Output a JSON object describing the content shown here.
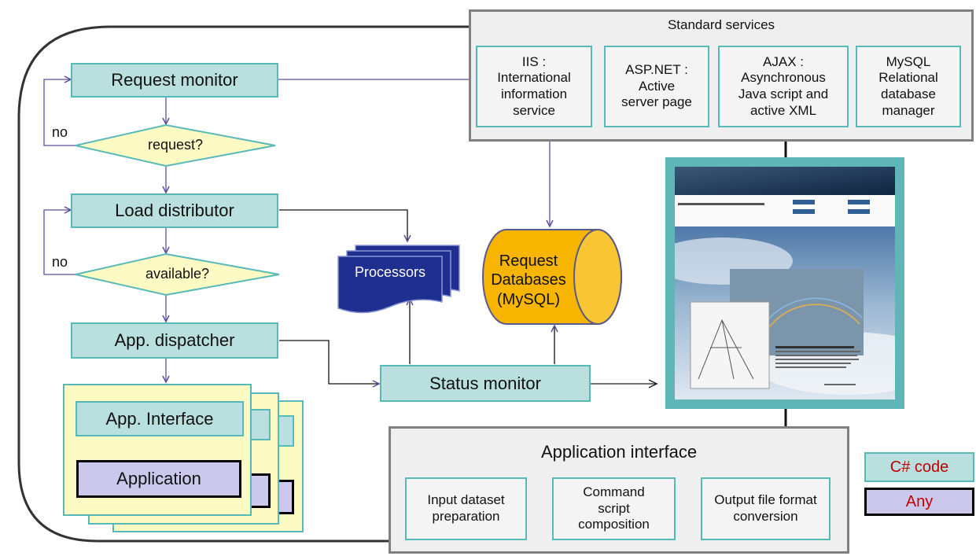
{
  "flow": {
    "request_monitor": "Request monitor",
    "request_decision": "request?",
    "load_distributor": "Load distributor",
    "available_decision": "available?",
    "app_dispatcher": "App. dispatcher",
    "no_label_1": "no",
    "no_label_2": "no",
    "app_interface": "App. Interface",
    "application": "Application"
  },
  "standard_services": {
    "title": "Standard services",
    "items": [
      "IIS :\nInternational\ninformation\nservice",
      "ASP.NET :\nActive\nserver page",
      "AJAX :\nAsynchronous\nJava script and\nactive XML",
      "MySQL\nRelational\ndatabase\nmanager"
    ]
  },
  "processors": "Processors",
  "database": "Request\nDatabases\n(MySQL)",
  "status_monitor": "Status monitor",
  "application_interface": {
    "title": "Application interface",
    "steps": [
      "Input  dataset\npreparation",
      "Command\nscript\ncomposition",
      "Output file format\nconversion"
    ]
  },
  "legend": {
    "csharp": "C# code",
    "any": "Any"
  },
  "colors": {
    "teal_fill": "#b9dfdf",
    "teal_border": "#58b9b9",
    "decision_fill": "#fdfbc3",
    "app_fill": "#ccc8ec",
    "database_fill": "#f7b400",
    "processors_fill": "#1f2f8f",
    "legend_text": "#c00000",
    "arrow": "#5b4fa0"
  }
}
